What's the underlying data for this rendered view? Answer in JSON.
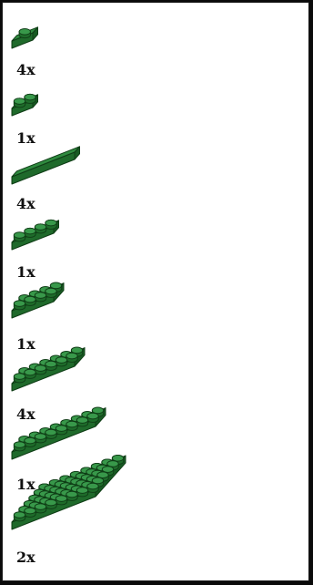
{
  "parts": [
    {
      "name": "plate-1x2-jumper",
      "quantity": "4x",
      "rows": 1,
      "cols": 2,
      "studs": "center-one"
    },
    {
      "name": "plate-1x2",
      "quantity": "1x",
      "rows": 1,
      "cols": 2,
      "studs": "all"
    },
    {
      "name": "tile-1x6",
      "quantity": "4x",
      "rows": 1,
      "cols": 6,
      "studs": "none"
    },
    {
      "name": "plate-1x4",
      "quantity": "1x",
      "rows": 1,
      "cols": 4,
      "studs": "all"
    },
    {
      "name": "plate-2x4",
      "quantity": "1x",
      "rows": 2,
      "cols": 4,
      "studs": "all"
    },
    {
      "name": "plate-2x6",
      "quantity": "4x",
      "rows": 2,
      "cols": 6,
      "studs": "all"
    },
    {
      "name": "plate-2x8",
      "quantity": "1x",
      "rows": 2,
      "cols": 8,
      "studs": "all"
    },
    {
      "name": "plate-6x8",
      "quantity": "2x",
      "rows": 6,
      "cols": 8,
      "studs": "all"
    }
  ],
  "colors": {
    "frame": "#0a0a0a",
    "background": "#ffffff",
    "brick_top": "#2f8a3f",
    "brick_front": "#1f6a2b",
    "brick_side": "#175a22",
    "outline": "#0f3d16",
    "stud_top": "#38984a",
    "stud_side": "#1e6b2a",
    "label": "#111111"
  }
}
